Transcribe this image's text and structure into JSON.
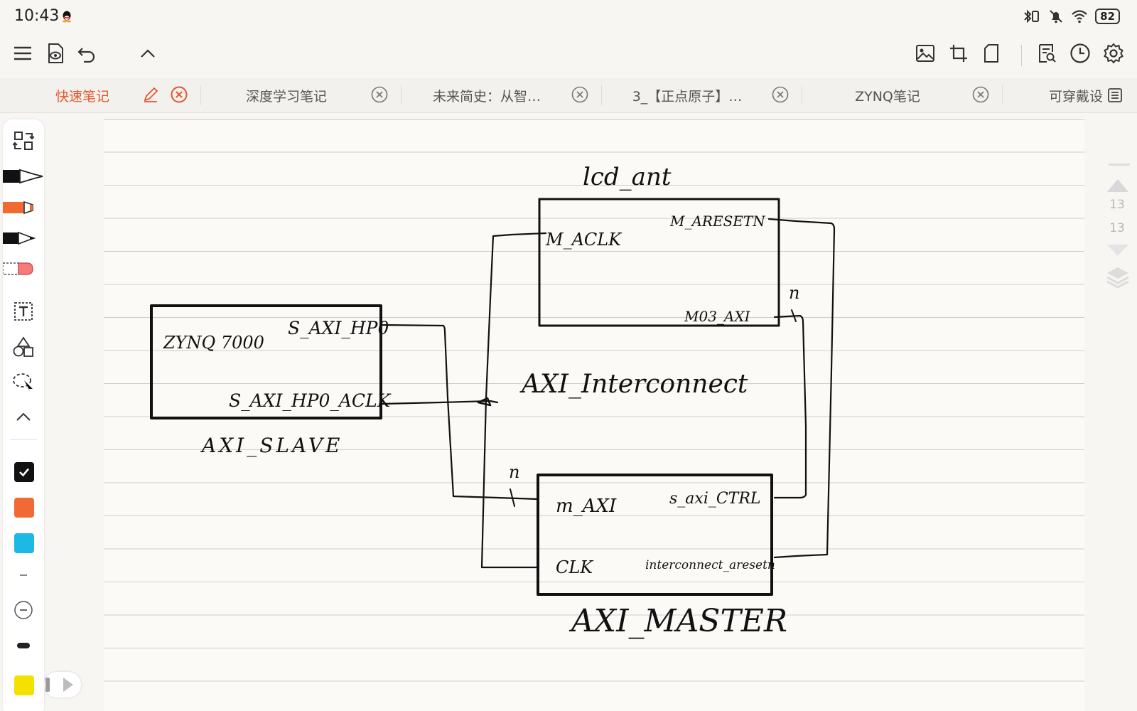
{
  "status": {
    "time": "10:43",
    "battery": "82"
  },
  "tabs": [
    {
      "label": "快速笔记",
      "active": true
    },
    {
      "label": "深度学习笔记",
      "active": false
    },
    {
      "label": "未来简史：从智…",
      "active": false
    },
    {
      "label": "3_【正点原子】…",
      "active": false
    },
    {
      "label": "ZYNQ笔记",
      "active": false
    }
  ],
  "tab_more_label": "可穿戴设",
  "pager": {
    "current": "13",
    "total": "13"
  },
  "palette_colors": [
    "#111111",
    "#f26a33",
    "#1cb8e6",
    "#f5e100"
  ],
  "accent_color": "#e8552c",
  "drawing": {
    "lcd_label": "lcd_ant",
    "zynq_block": "ZYNQ 7000",
    "s_axi_hp0": "S_AXI_HP0",
    "s_axi_hp0_aclk": "S_AXI_HP0_ACLK",
    "axi_slave": "AXI_SLAVE",
    "m_aclk": "M_ACLK",
    "m_aresetn": "M_ARESETN",
    "m03_axi": "M03_AXI",
    "n_top": "n",
    "interconnect": "AXI_Interconnect",
    "n_bottom": "n",
    "m_axi": "m_AXI",
    "s_axi_ctrl": "s_axi_CTRL",
    "clk": "CLK",
    "interconnect_aresetn": "interconnect_aresetn",
    "axi_master": "AXI_MASTER"
  }
}
